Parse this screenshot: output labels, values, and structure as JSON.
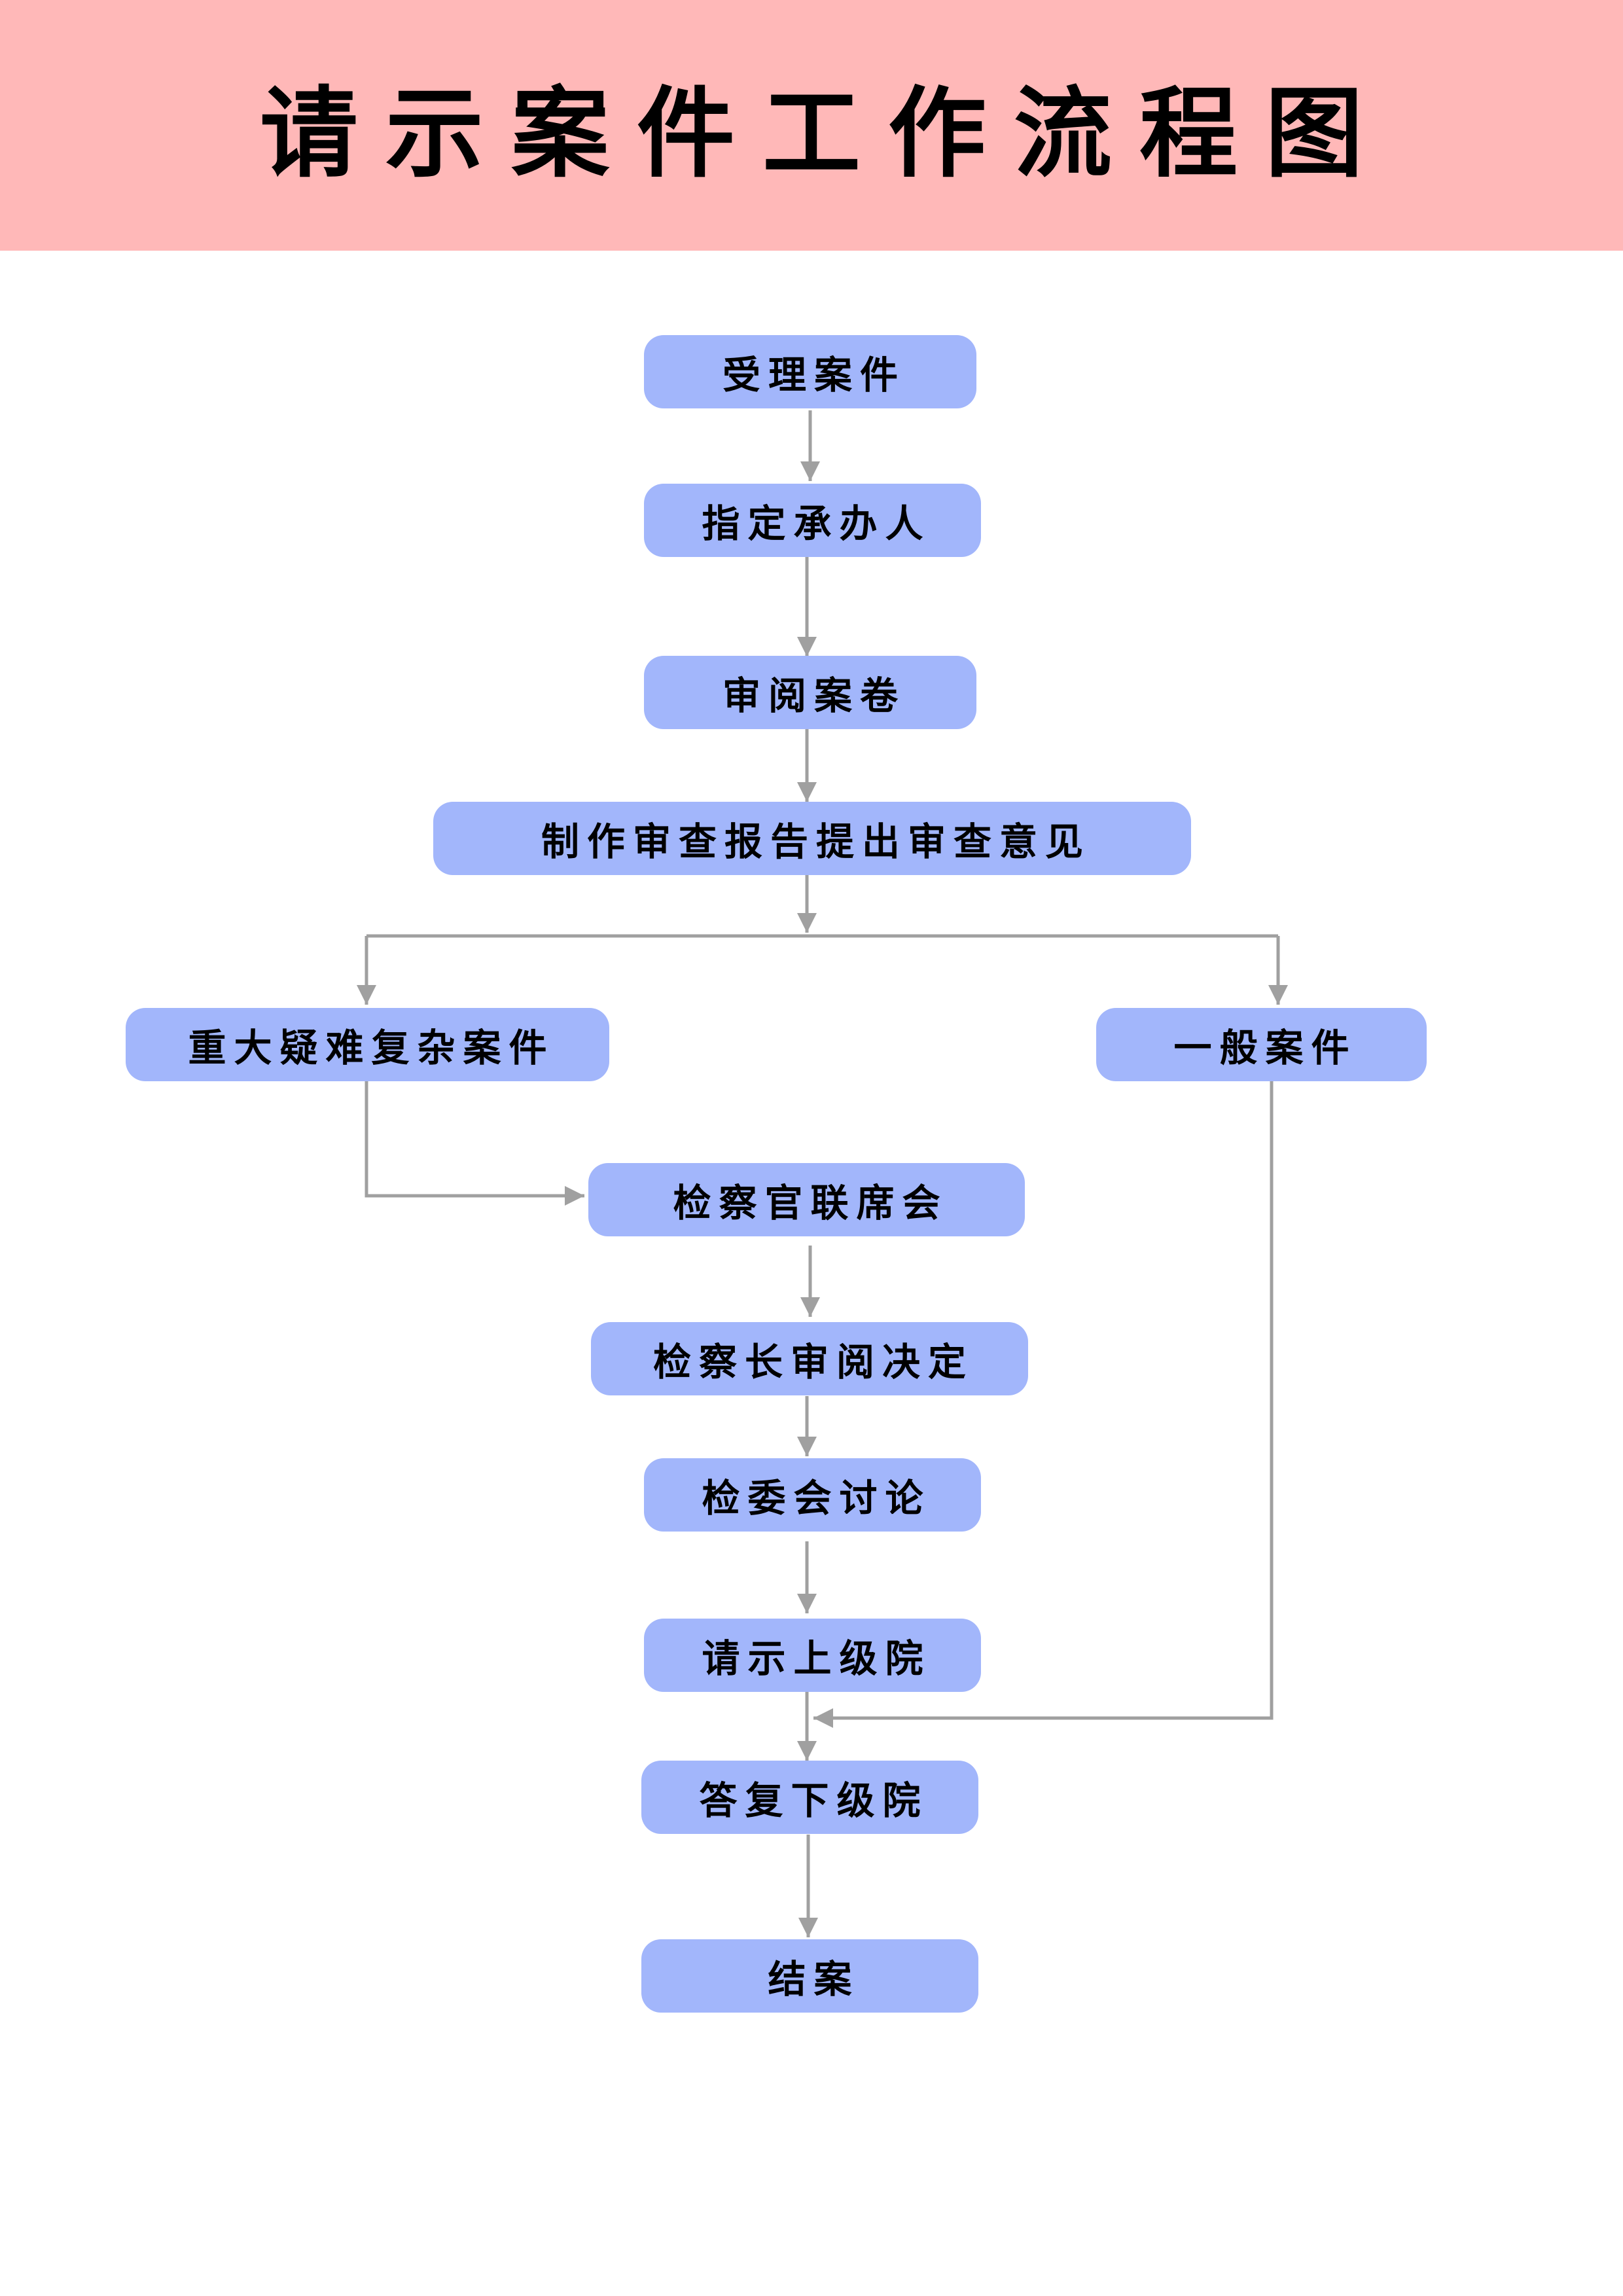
{
  "title": "请示案件工作流程图",
  "colors": {
    "header_bg": "#ffb8b8",
    "node_fill": "#a2b6fb",
    "connector": "#a0a0a0"
  },
  "nodes": {
    "accept_case": "受理案件",
    "assign_handler": "指定承办人",
    "review_file": "审阅案卷",
    "make_report": "制作审查报告提出审查意见",
    "major_case": "重大疑难复杂案件",
    "general_case": "一般案件",
    "prosecutor_meeting": "检察官联席会",
    "chief_decision": "检察长审阅决定",
    "committee_discussion": "检委会讨论",
    "request_superior": "请示上级院",
    "reply_lower": "答复下级院",
    "close_case": "结案"
  }
}
